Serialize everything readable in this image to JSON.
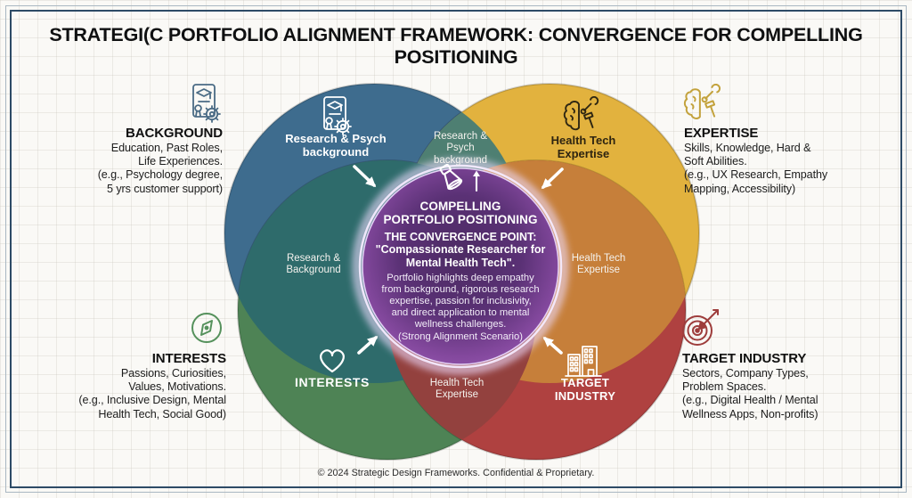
{
  "title": "STRATEGI(C PORTFOLIO ALIGNMENT FRAMEWORK: CONVERGENCE FOR COMPELLING POSITIONING",
  "footer": "© 2024 Strategic Design Frameworks. Confidential & Proprietary.",
  "quadrants": {
    "background": {
      "heading": "BACKGROUND",
      "lines": [
        "Education, Past Roles,",
        "Life Experiences.",
        "(e.g., Psychology degree,",
        "5 yrs customer support)"
      ],
      "icon": "certificate-gear-icon",
      "icon_color": "#4a6b85"
    },
    "expertise": {
      "heading": "EXPERTISE",
      "lines": [
        "Skills, Knowledge, Hard &",
        "Soft Abilities.",
        "(e.g., UX Research, Empathy",
        "Mapping, Accessibility)"
      ],
      "icon": "brain-tools-icon",
      "icon_color": "#c3a23c"
    },
    "interests": {
      "heading": "INTERESTS",
      "lines": [
        "Passions, Curiosities,",
        "Values, Motivations.",
        "(e.g., Inclusive Design, Mental",
        "Health Tech, Social Good)"
      ],
      "icon": "compass-icon",
      "icon_color": "#55915c"
    },
    "target_industry": {
      "heading": "TARGET INDUSTRY",
      "lines": [
        "Sectors, Company Types,",
        "Problem Spaces.",
        "(e.g., Digital Health / Mental",
        "Wellness Apps, Non-profits)"
      ],
      "icon": "target-arrow-icon",
      "icon_color": "#9e3d3c"
    }
  },
  "venn": {
    "circles": {
      "background": {
        "label_lines": [
          "Research & Psych",
          "background"
        ],
        "color": "#3E6C8E",
        "icon": "certificate-gear-icon"
      },
      "expertise": {
        "label_lines": [
          "Health Tech",
          "Expertise"
        ],
        "color": "#E2B23E",
        "icon": "brain-tools-icon"
      },
      "interests": {
        "label_lines": [
          "INTERESTS"
        ],
        "color": "#4E8355",
        "icon": "heart-icon"
      },
      "target": {
        "label_lines": [
          "TARGET",
          "INDUSTRY"
        ],
        "color": "#AF4140",
        "icon": "buildings-icon"
      }
    },
    "overlaps": {
      "top": {
        "lines": [
          "Research &",
          "Psych",
          "background"
        ],
        "color": "#4E7F72"
      },
      "left": {
        "lines": [
          "Research &",
          "Background"
        ],
        "color": "#2E6B6B"
      },
      "right": {
        "lines": [
          "Health Tech",
          "Expertise"
        ],
        "color": "#C67F3A"
      },
      "bottom": {
        "lines": [
          "Health Tech",
          "Expertise"
        ],
        "color": "#93413E"
      }
    }
  },
  "center": {
    "title_lines": [
      "COMPELLING",
      "PORTFOLIO POSITIONING"
    ],
    "subtitle": "THE CONVERGENCE POINT:",
    "quote_lines": [
      "\"Compassionate Researcher for",
      "Mental Health Tech\"."
    ],
    "body_lines": [
      "Portfolio highlights deep empathy",
      "from background, rigorous research",
      "expertise, passion for inclusivity,",
      "and direct application to mental",
      "wellness challenges."
    ],
    "note": "(Strong Alignment Scenario)",
    "icon": "spotlight-icon",
    "color": "#6B3D8A"
  }
}
